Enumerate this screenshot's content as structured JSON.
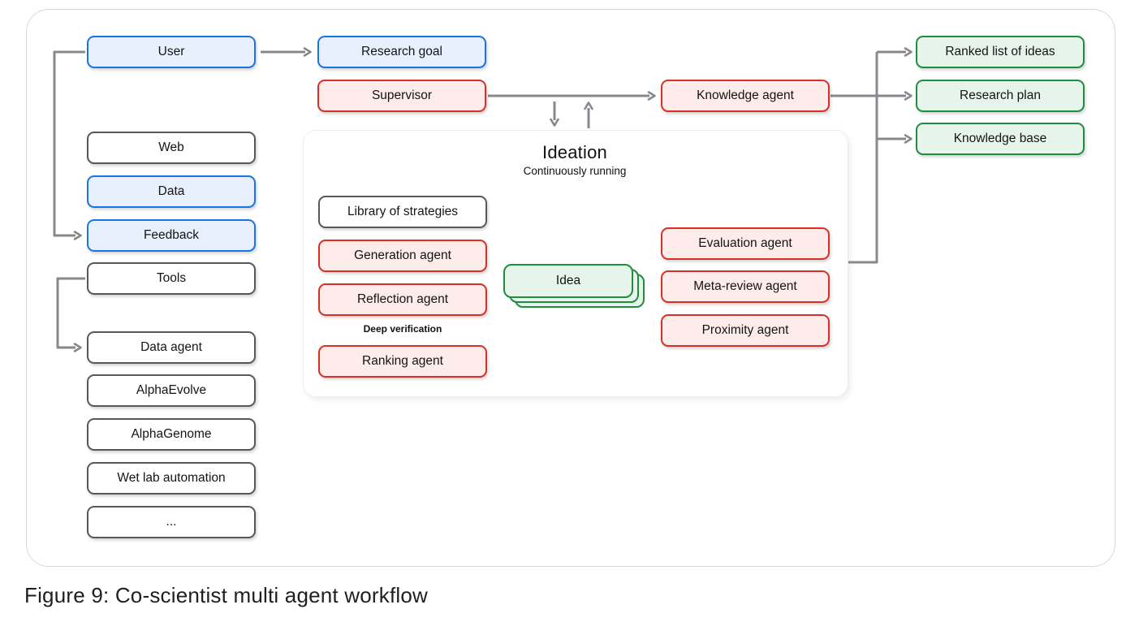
{
  "figure": {
    "caption": "Figure 9: Co-scientist multi agent workflow"
  },
  "colors": {
    "blue_border": "#1a73e8",
    "blue_fill": "#e8f0fe",
    "red_border": "#d93025",
    "red_fill": "#fdecea",
    "green_border": "#1e8e3e",
    "green_fill": "#e7f4ec",
    "gray_border": "#55585c",
    "arrow": "#85898e",
    "card_border": "#d7d9db",
    "caption_text": "#1f1f1f"
  },
  "diagram": {
    "left_column": {
      "user": "User",
      "web": "Web",
      "data": "Data",
      "feedback": "Feedback",
      "tools": "Tools",
      "data_agent": "Data agent",
      "alphaevolve": "AlphaEvolve",
      "alphagenome": "AlphaGenome",
      "wet_lab": "Wet lab automation",
      "more": "..."
    },
    "top_row": {
      "research_goal": "Research goal",
      "supervisor": "Supervisor"
    },
    "ideation": {
      "title": "Ideation",
      "subtitle": "Continuously running",
      "library": "Library of strategies",
      "generation": "Generation agent",
      "reflection": "Reflection agent",
      "deep_verification": "Deep verification",
      "ranking": "Ranking agent",
      "idea": "Idea",
      "evaluation": "Evaluation agent",
      "meta_review": "Meta-review agent",
      "proximity": "Proximity agent"
    },
    "right_column": {
      "knowledge_agent": "Knowledge agent",
      "ranked_list": "Ranked list of ideas",
      "research_plan": "Research plan",
      "knowledge_base": "Knowledge base"
    }
  }
}
